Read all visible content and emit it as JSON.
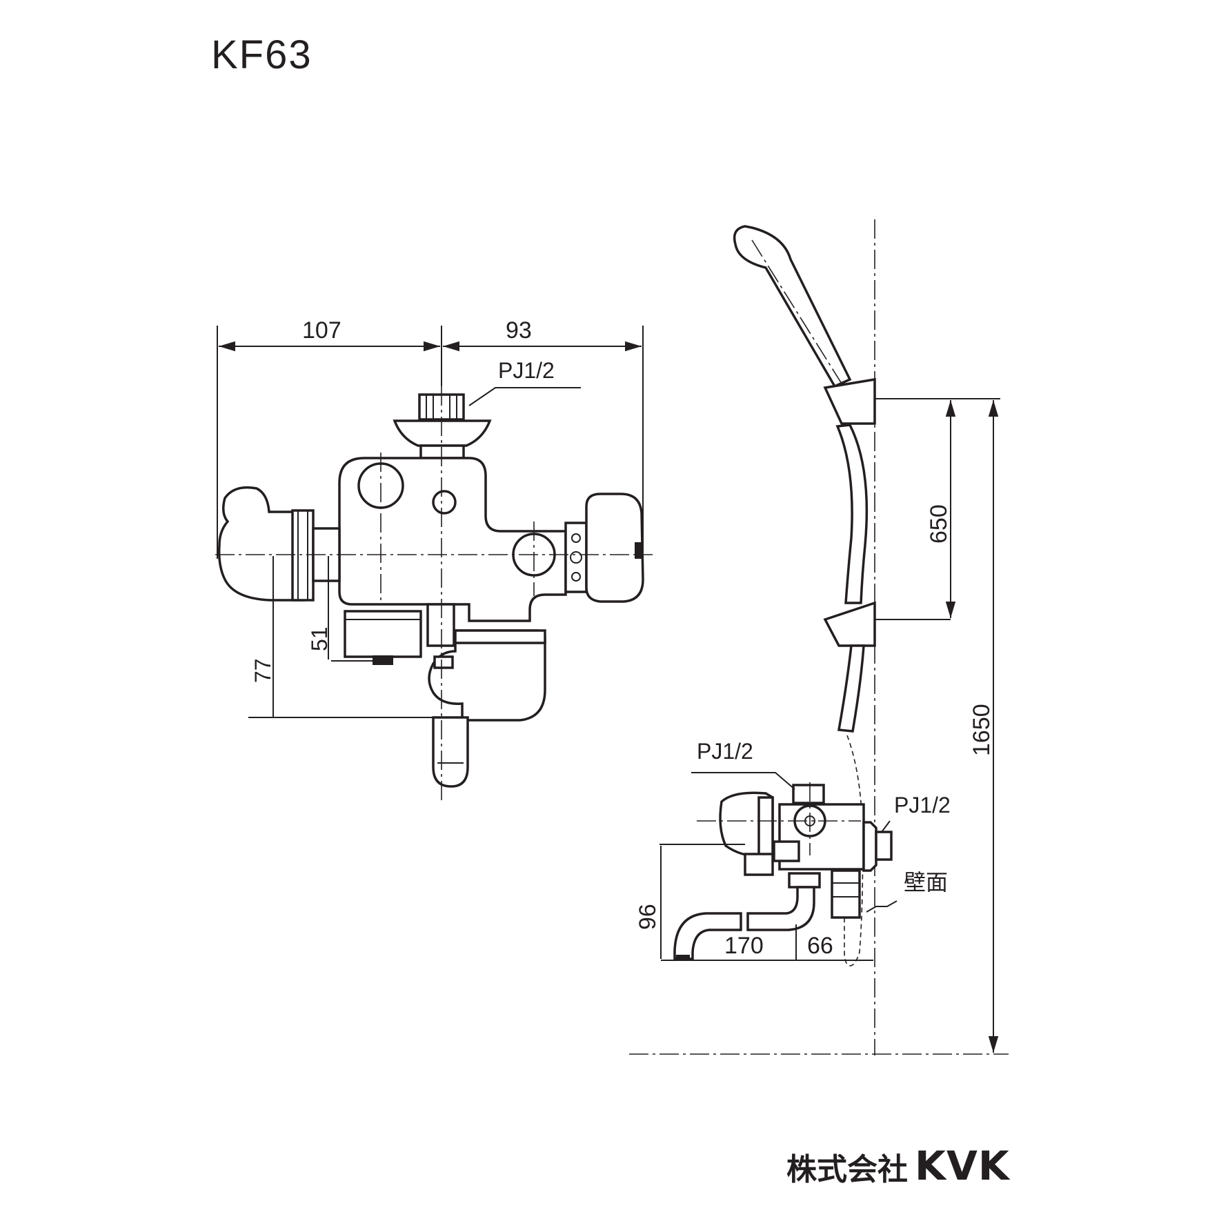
{
  "title": "KF63",
  "logo": {
    "company": "株式会社",
    "brand": "KVK"
  },
  "front_view": {
    "dim_width_left": "107",
    "dim_width_right": "93",
    "dim_height_51": "51",
    "dim_height_77": "77",
    "thread_label": "PJ1/2"
  },
  "side_view": {
    "dim_650": "650",
    "dim_1650": "1650",
    "dim_96": "96",
    "dim_170": "170",
    "dim_66": "66",
    "thread_top_label": "PJ1/2",
    "thread_wall_label": "PJ1/2",
    "wall_label": "壁面"
  },
  "colors": {
    "line": "#231f20",
    "background": "#ffffff"
  }
}
